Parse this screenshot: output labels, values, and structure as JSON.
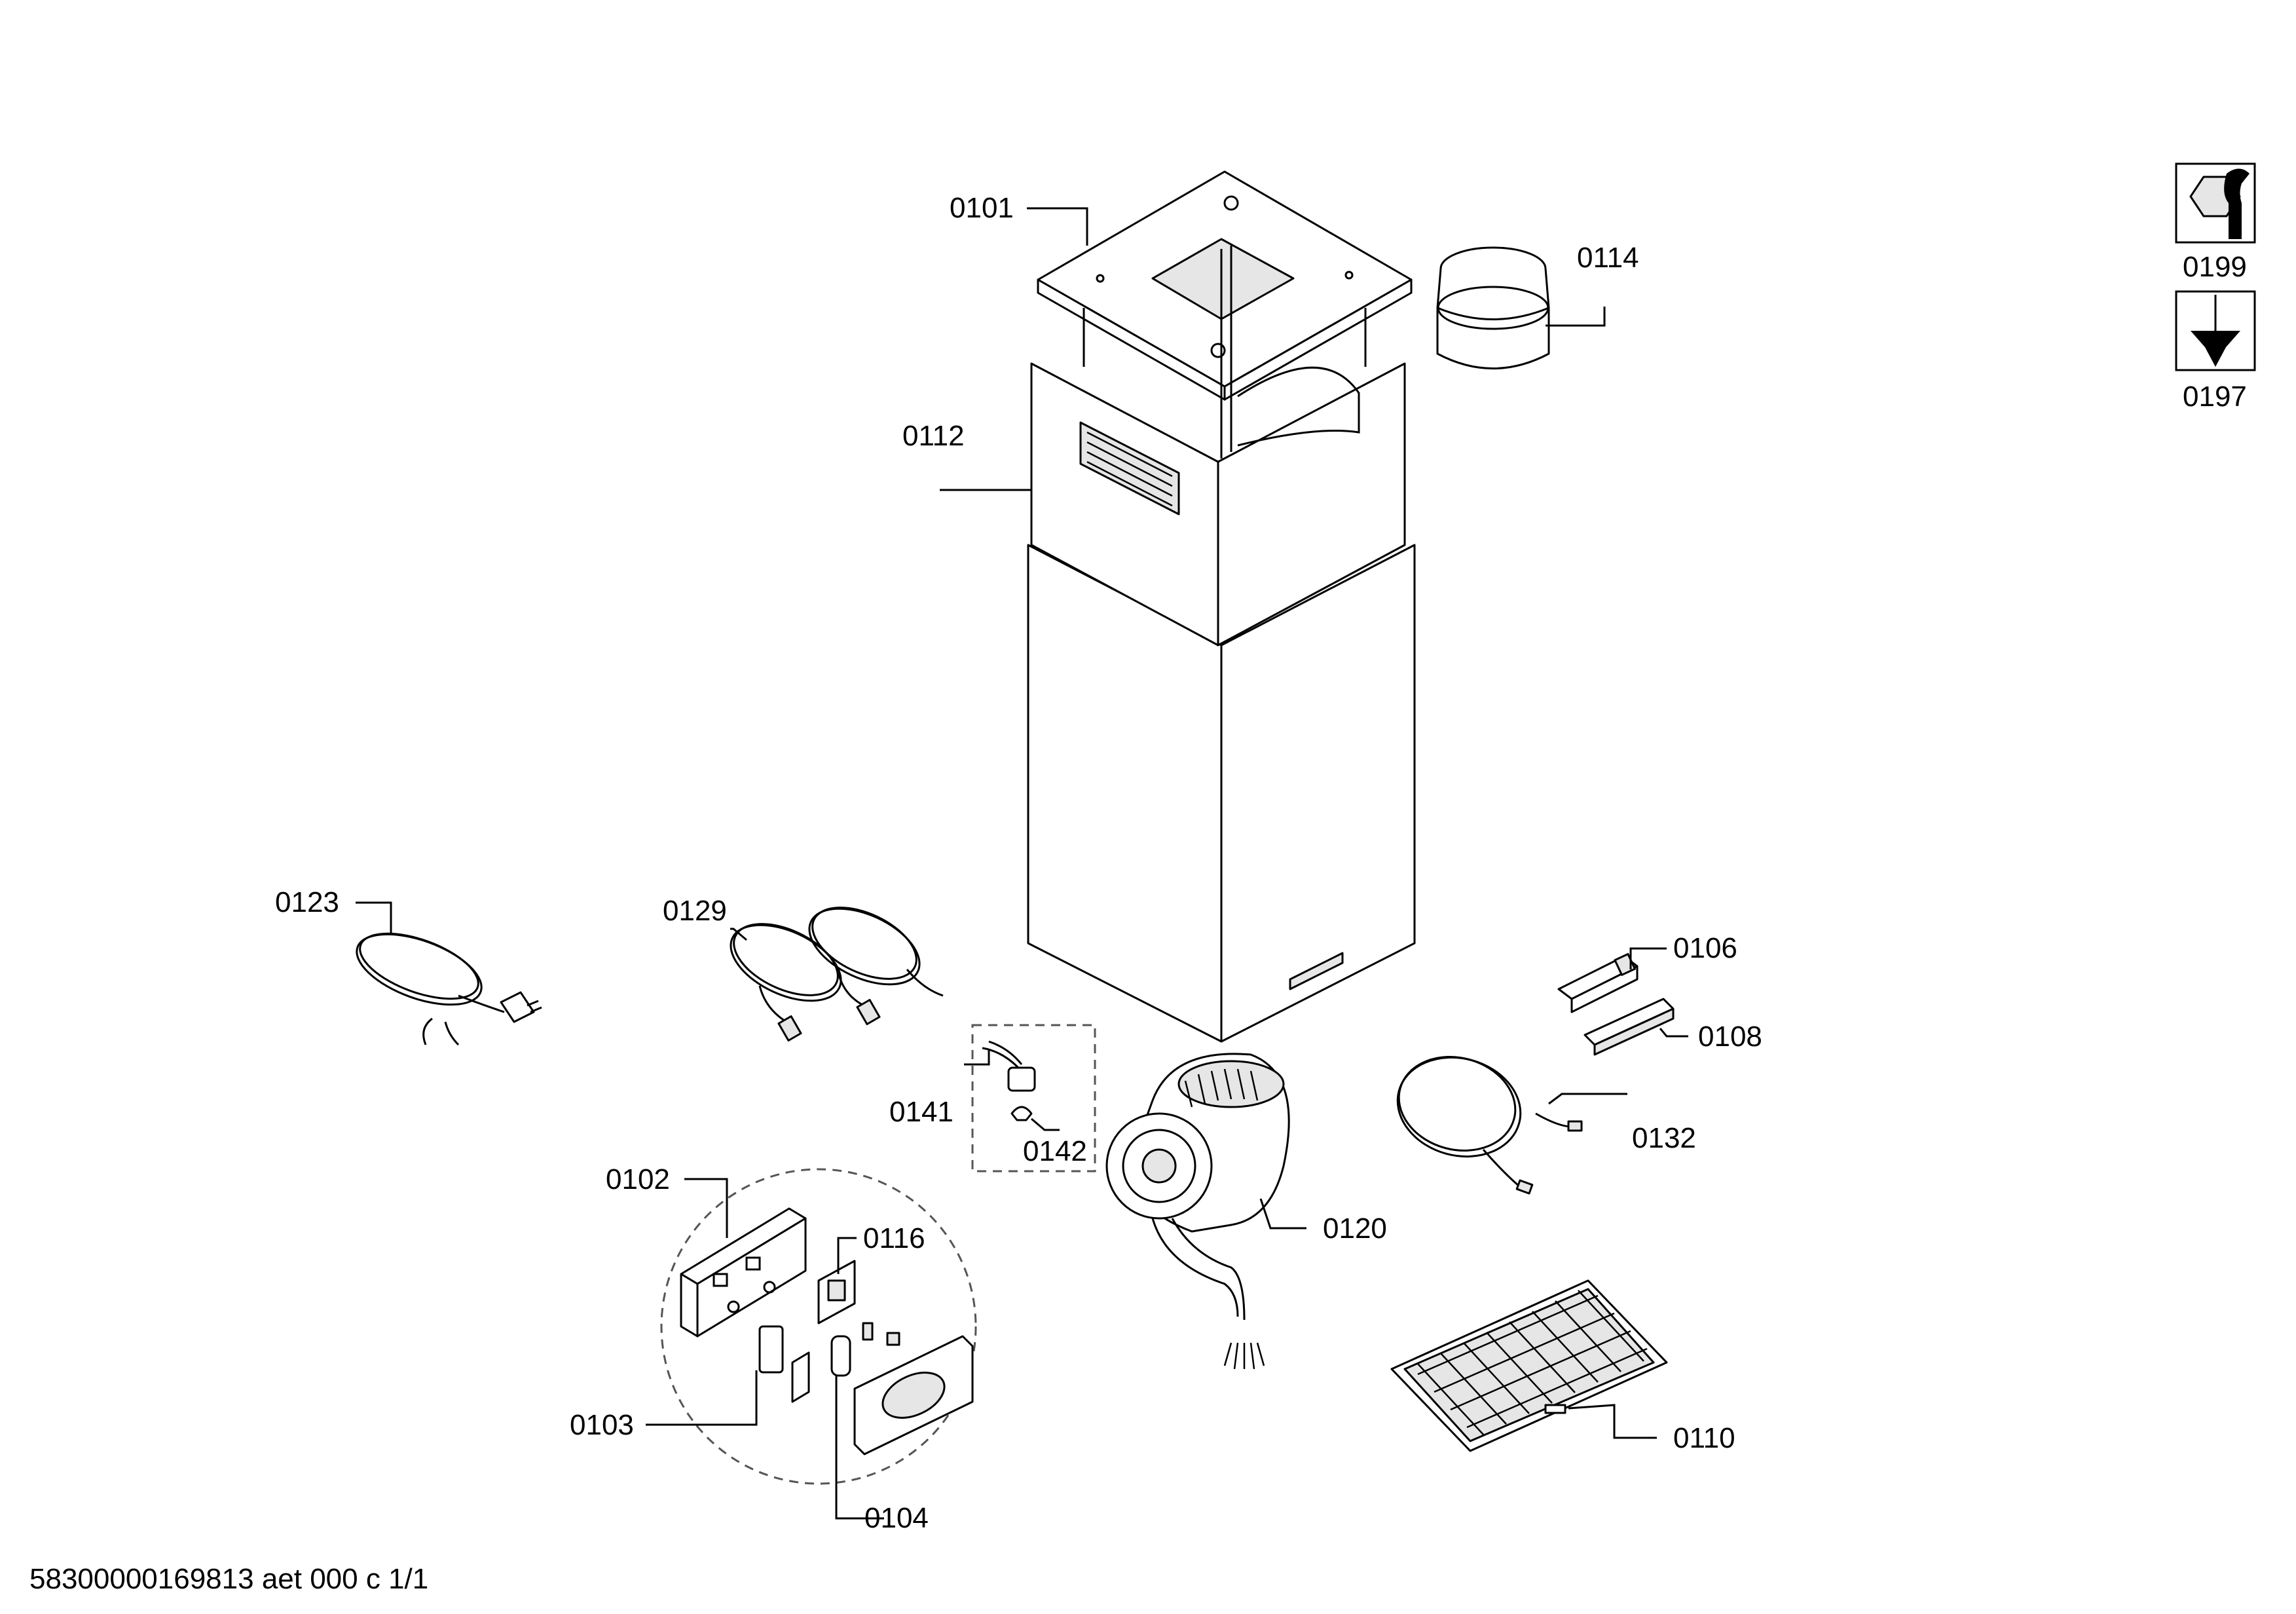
{
  "labels": {
    "p0101": "0101",
    "p0112": "0112",
    "p0114": "0114",
    "p0199": "0199",
    "p0197": "0197",
    "p0123": "0123",
    "p0129": "0129",
    "p0106": "0106",
    "p0108": "0108",
    "p0141": "0141",
    "p0142": "0142",
    "p0132": "0132",
    "p0102": "0102",
    "p0116": "0116",
    "p0120": "0120",
    "p0103": "0103",
    "p0110": "0110",
    "p0104": "0104"
  },
  "footer": {
    "doc_code": "58300000169813 aet 000 c 1/1"
  }
}
